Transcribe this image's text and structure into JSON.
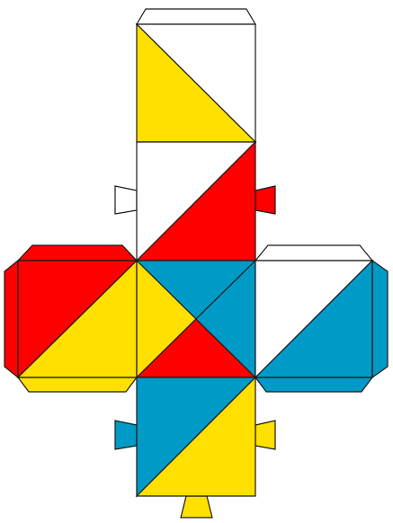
{
  "figure": {
    "kind": "cube-net-papercraft",
    "faces": 6,
    "palette": {
      "yellow": "#ffe000",
      "red": "#ff0000",
      "blue": "#009ac7",
      "white": "#ffffff",
      "outline": "#1a1a1a"
    },
    "face_colorings": [
      {
        "face": "top",
        "halves": [
          "white",
          "yellow"
        ]
      },
      {
        "face": "upper-middle",
        "halves": [
          "white",
          "red"
        ]
      },
      {
        "face": "left",
        "halves": [
          "red",
          "yellow"
        ]
      },
      {
        "face": "center",
        "quarters": [
          "blue",
          "yellow",
          "red",
          "blue"
        ]
      },
      {
        "face": "right",
        "halves": [
          "white",
          "blue"
        ]
      },
      {
        "face": "bottom",
        "halves": [
          "blue",
          "yellow"
        ]
      }
    ],
    "glue_flap_colors": [
      "white",
      "white",
      "red",
      "red",
      "white",
      "blue",
      "yellow",
      "blue",
      "yellow",
      "yellow"
    ]
  }
}
